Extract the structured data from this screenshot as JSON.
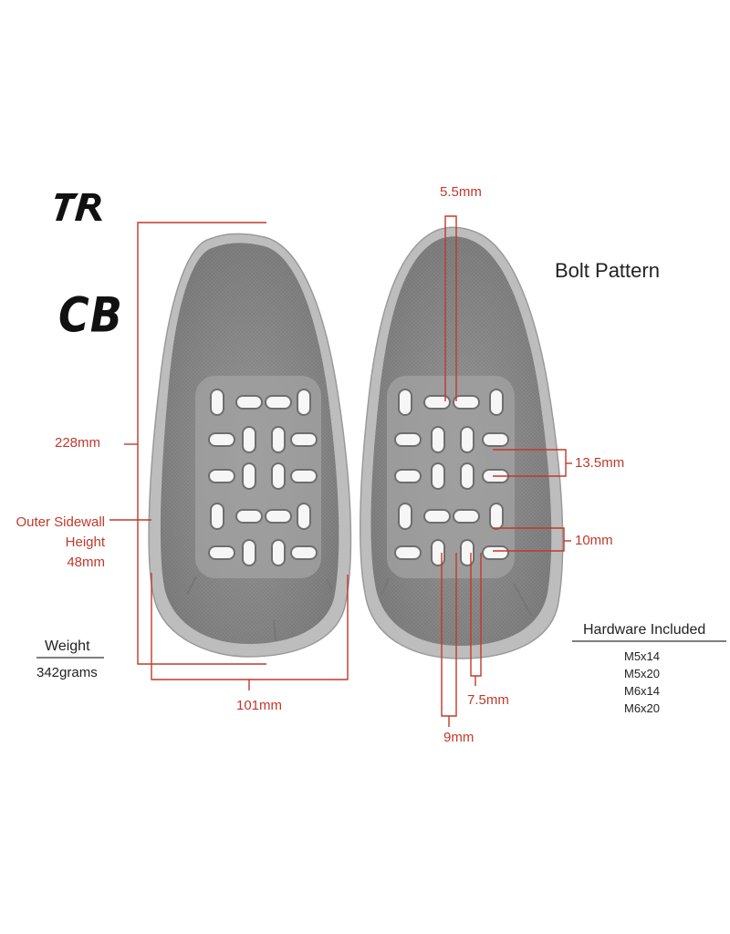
{
  "brand": {
    "logo": "TR",
    "model": "CB"
  },
  "title": "Bolt Pattern",
  "dimensions": {
    "length": "228mm",
    "width": "101mm",
    "sidewall_line1": "Outer Sidewall",
    "sidewall_line2": "Height",
    "sidewall_value": "48mm",
    "slot_width": "5.5mm",
    "row_spacing_a": "13.5mm",
    "row_spacing_b": "10mm",
    "col_spacing_a": "7.5mm",
    "col_spacing_b": "9mm"
  },
  "weight": {
    "label": "Weight",
    "value": "342grams"
  },
  "hardware": {
    "title": "Hardware Included",
    "items": [
      "M5x14",
      "M5x20",
      "M6x14",
      "M6x20"
    ]
  },
  "colors": {
    "dimension": "#c0392b",
    "pad": "#8e8e8e"
  }
}
